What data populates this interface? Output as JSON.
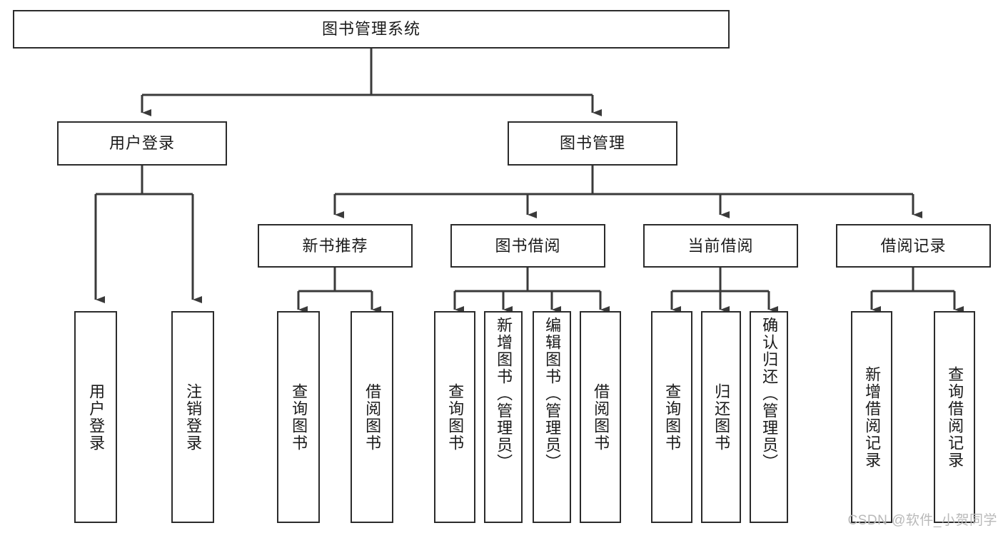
{
  "diagram": {
    "title": "图书管理系统",
    "type": "tree-hierarchy-chart",
    "watermark": "CSDN @软件_小贺同学",
    "colors": {
      "box_border": "#2b2b2b",
      "box_fill": "#ffffff",
      "connector": "#3a3a3a",
      "text": "#1a1a1a",
      "watermark": "#b9b9b9",
      "background": "#ffffff"
    },
    "root": {
      "label": "图书管理系统"
    },
    "level2": [
      {
        "label": "用户登录"
      },
      {
        "label": "图书管理"
      }
    ],
    "level3": [
      {
        "label": "新书推荐"
      },
      {
        "label": "图书借阅"
      },
      {
        "label": "当前借阅"
      },
      {
        "label": "借阅记录"
      }
    ],
    "leaves": {
      "user_login": [
        {
          "label": "用户登录"
        },
        {
          "label": "注销登录"
        }
      ],
      "new_book_recommend": [
        {
          "label": "查询图书"
        },
        {
          "label": "借阅图书"
        }
      ],
      "book_borrow": [
        {
          "label": "查询图书"
        },
        {
          "label": "新增图书（管理员）"
        },
        {
          "label": "编辑图书（管理员）"
        },
        {
          "label": "借阅图书"
        }
      ],
      "current_borrow": [
        {
          "label": "查询图书"
        },
        {
          "label": "归还图书"
        },
        {
          "label": "确认归还（管理员）"
        }
      ],
      "borrow_record": [
        {
          "label": "新增借阅记录"
        },
        {
          "label": "查询借阅记录"
        }
      ]
    }
  }
}
